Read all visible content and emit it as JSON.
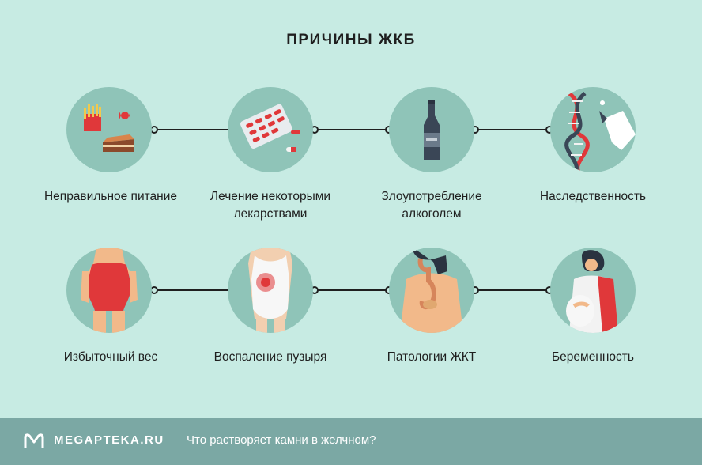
{
  "title": "ПРИЧИНЫ ЖКБ",
  "causes_row1": [
    {
      "label": "Неправильное питание",
      "icon": "fast-food-icon"
    },
    {
      "label": "Лечение некоторыми лекарствами",
      "icon": "pills-icon"
    },
    {
      "label": "Злоупотребление алкоголем",
      "icon": "bottle-icon"
    },
    {
      "label": "Наследственность",
      "icon": "dna-icon"
    }
  ],
  "causes_row2": [
    {
      "label": "Избыточный вес",
      "icon": "overweight-body-icon"
    },
    {
      "label": "Воспаление пузыря",
      "icon": "inflamed-torso-icon"
    },
    {
      "label": "Патологии ЖКТ",
      "icon": "digestive-tract-icon"
    },
    {
      "label": "Беременность",
      "icon": "pregnant-woman-icon"
    }
  ],
  "footer": {
    "brand": "MEGAPTEKA.RU",
    "link": "Что растворяет камни в желчном?"
  },
  "colors": {
    "background": "#c7ebe3",
    "circle": "#8fc4b8",
    "footer": "#7ba8a4",
    "accent_red": "#e0383a",
    "dark": "#1f1f1f"
  }
}
